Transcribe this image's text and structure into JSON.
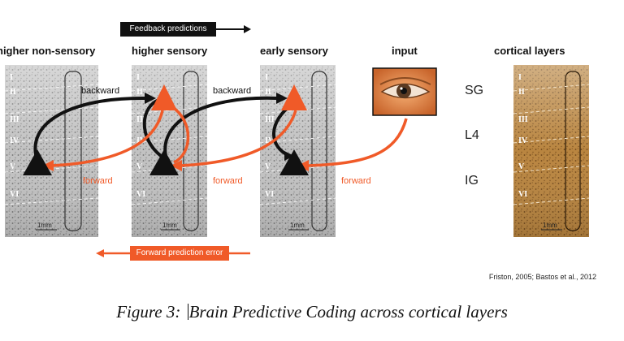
{
  "columns": {
    "higher_non_sensory": "higher non-sensory",
    "higher_sensory": "higher sensory",
    "early_sensory": "early sensory",
    "input": "input",
    "cortical_layers": "cortical layers"
  },
  "banners": {
    "feedback": "Feedback predictions",
    "forward_error": "Forward prediction error"
  },
  "arrow_labels": {
    "backward_1": "backward",
    "backward_2": "backward",
    "forward_1": "forward",
    "forward_2": "forward",
    "forward_3": "forward"
  },
  "layer_numerals": [
    "I",
    "II",
    "III",
    "IV",
    "V",
    "VI"
  ],
  "scale_bar": "1mm",
  "layer_groups": [
    "SG",
    "L4",
    "IG"
  ],
  "citation": "Friston, 2005; Bastos et al., 2012",
  "caption": {
    "prefix": "Figure 3: ",
    "text": "Brain Predictive Coding across cortical layers"
  },
  "colors": {
    "feedback": "#111111",
    "forward": "#f05a28",
    "tissue_gray": "#bdbdbd",
    "tissue_stained": "#b5803e"
  }
}
